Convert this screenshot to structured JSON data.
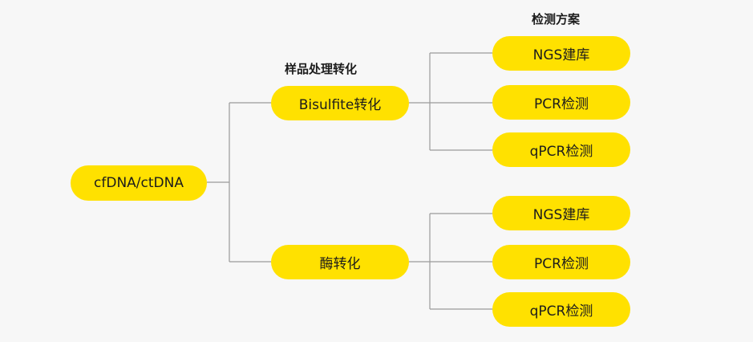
{
  "headings": {
    "sample_processing": "样品处理转化",
    "detection_scheme": "检测方案"
  },
  "root": {
    "label": "cfDNA/ctDNA"
  },
  "conversions": [
    {
      "label": "Bisulfite转化",
      "methods": [
        "NGS建库",
        "PCR检测",
        "qPCR检测"
      ]
    },
    {
      "label": "酶转化",
      "methods": [
        "NGS建库",
        "PCR检测",
        "qPCR检测"
      ]
    }
  ],
  "colors": {
    "node_fill": "#ffe100",
    "connector": "#9a9a9a",
    "background": "#f7f7f7"
  }
}
